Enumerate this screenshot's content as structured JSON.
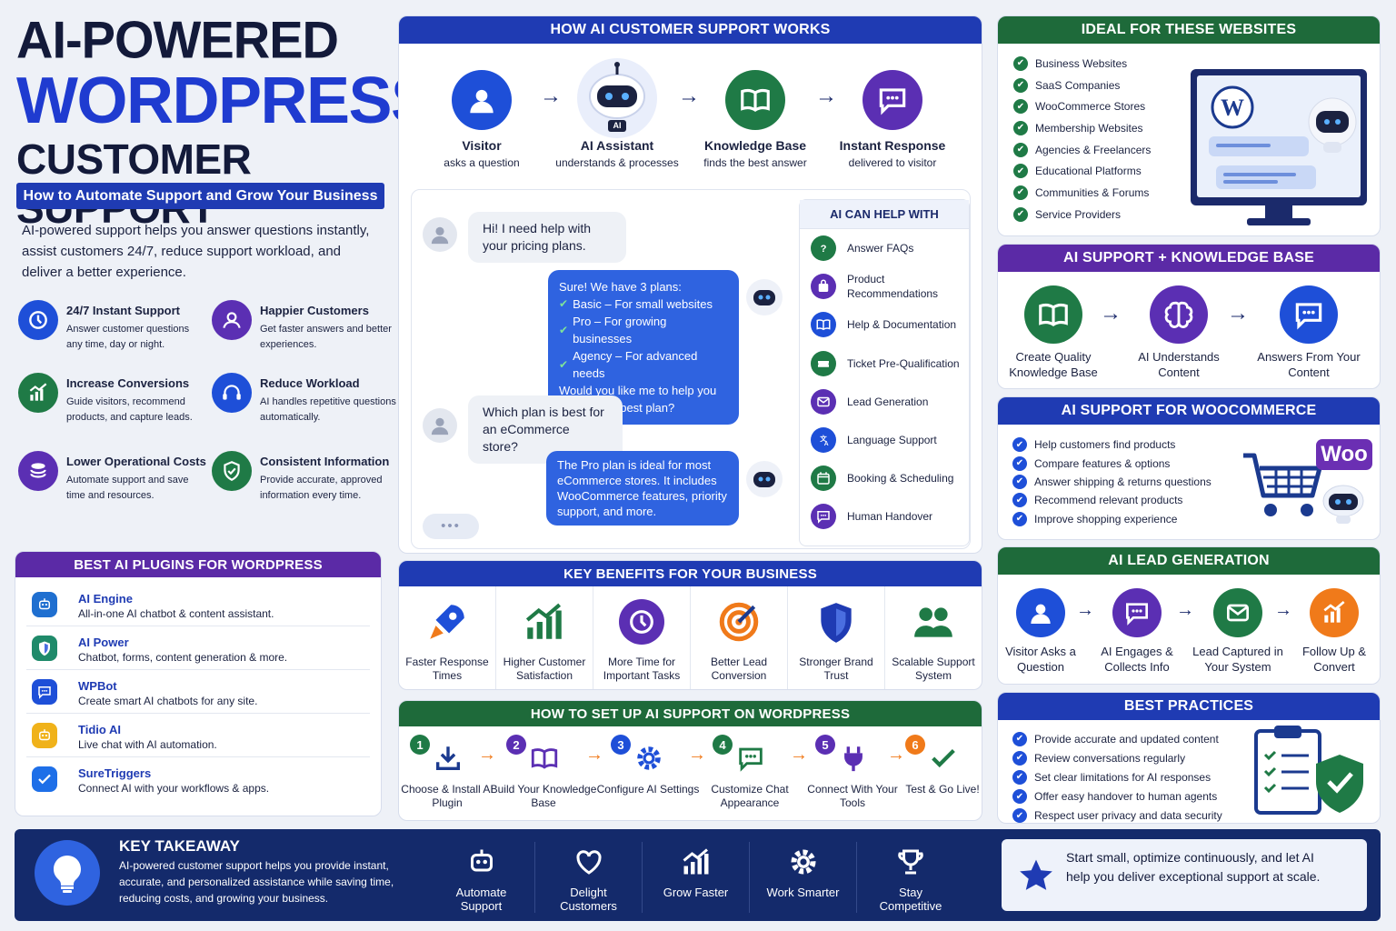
{
  "hero": {
    "line1": "AI-POWERED",
    "line2": "WORDPRESS",
    "line3": "CUSTOMER SUPPORT",
    "subtitle": "How to Automate Support and Grow Your Business",
    "intro": "AI-powered support helps you answer questions instantly, assist customers 24/7, reduce support workload, and deliver a better experience."
  },
  "features": [
    {
      "title": "24/7 Instant Support",
      "desc": "Answer customer questions any time, day or night.",
      "icon": "clock-icon",
      "color": "#1e4fd8"
    },
    {
      "title": "Happier Customers",
      "desc": "Get faster answers and better experiences.",
      "icon": "happy-user-icon",
      "color": "#5b2fb3"
    },
    {
      "title": "Increase Conversions",
      "desc": "Guide visitors, recommend products, and capture leads.",
      "icon": "chart-icon",
      "color": "#1f7a46"
    },
    {
      "title": "Reduce Workload",
      "desc": "AI handles repetitive questions automatically.",
      "icon": "headset-icon",
      "color": "#1e4fd8"
    },
    {
      "title": "Lower Operational Costs",
      "desc": "Automate support and save time and resources.",
      "icon": "coins-icon",
      "color": "#5b2fb3"
    },
    {
      "title": "Consistent Information",
      "desc": "Provide accurate, approved information every time.",
      "icon": "shield-check-icon",
      "color": "#1f7a46"
    }
  ],
  "plugins": {
    "title": "BEST AI PLUGINS FOR WORDPRESS",
    "items": [
      {
        "name": "AI Engine",
        "desc": "All-in-one AI chatbot & content assistant.",
        "icon": "robot-icon"
      },
      {
        "name": "AI Power",
        "desc": "Chatbot, forms, content generation & more.",
        "icon": "hexagon-icon"
      },
      {
        "name": "WPBot",
        "desc": "Create smart AI chatbots for any site.",
        "icon": "chat-bubble-icon"
      },
      {
        "name": "Tidio AI",
        "desc": "Live chat with AI automation.",
        "icon": "bot-face-icon"
      },
      {
        "name": "SureTriggers",
        "desc": "Connect AI with your workflows & apps.",
        "icon": "s-logo-icon"
      }
    ]
  },
  "how": {
    "title": "HOW AI CUSTOMER SUPPORT WORKS",
    "steps": [
      {
        "title": "Visitor",
        "desc": "asks a question"
      },
      {
        "title": "AI Assistant",
        "desc": "understands & processes"
      },
      {
        "title": "Knowledge Base",
        "desc": "finds the best answer"
      },
      {
        "title": "Instant Response",
        "desc": "delivered to visitor"
      }
    ],
    "ai_badge": "AI"
  },
  "chat": {
    "msg1": "Hi! I need help with your pricing plans.",
    "bot1_intro": "Sure! We have 3 plans:",
    "bot1_plans": [
      "Basic – For small websites",
      "Pro – For growing businesses",
      "Agency – For advanced needs"
    ],
    "bot1_outro": "Would you like me to help you choose the best plan?",
    "msg2": "Which plan is best for an eCommerce store?",
    "bot2": "The Pro plan is ideal for most eCommerce stores. It includes WooCommerce features, priority support, and more.",
    "typing": "•••"
  },
  "helps": {
    "title": "AI CAN HELP WITH",
    "items": [
      {
        "label": "Answer FAQs",
        "icon": "question-icon",
        "color": "#1f7a46"
      },
      {
        "label": "Product Recommendations",
        "icon": "bag-icon",
        "color": "#5b2fb3"
      },
      {
        "label": "Help & Documentation",
        "icon": "book-icon",
        "color": "#1e4fd8"
      },
      {
        "label": "Ticket Pre-Qualification",
        "icon": "ticket-icon",
        "color": "#1f7a46"
      },
      {
        "label": "Lead Generation",
        "icon": "mail-icon",
        "color": "#5b2fb3"
      },
      {
        "label": "Language Support",
        "icon": "translate-icon",
        "color": "#1e4fd8"
      },
      {
        "label": "Booking & Scheduling",
        "icon": "calendar-icon",
        "color": "#1f7a46"
      },
      {
        "label": "Human Handover",
        "icon": "chat-icon",
        "color": "#5b2fb3"
      }
    ]
  },
  "benefits": {
    "title": "KEY BENEFITS FOR YOUR BUSINESS",
    "items": [
      {
        "label": "Faster Response Times",
        "icon": "rocket-icon"
      },
      {
        "label": "Higher Customer Satisfaction",
        "icon": "growth-chart-icon"
      },
      {
        "label": "More Time for Important Tasks",
        "icon": "clock-icon"
      },
      {
        "label": "Better Lead Conversion",
        "icon": "target-icon"
      },
      {
        "label": "Stronger Brand Trust",
        "icon": "shield-icon"
      },
      {
        "label": "Scalable Support System",
        "icon": "team-icon"
      }
    ]
  },
  "setup": {
    "title": "HOW TO SET UP AI SUPPORT ON WORDPRESS",
    "steps": [
      {
        "num": "1",
        "label": "Choose & Install AI Plugin",
        "icon": "download-icon",
        "color": "#1f7a46"
      },
      {
        "num": "2",
        "label": "Build Your Knowledge Base",
        "icon": "book-icon",
        "color": "#5b2fb3"
      },
      {
        "num": "3",
        "label": "Configure AI Settings",
        "icon": "gear-icon",
        "color": "#1e4fd8"
      },
      {
        "num": "4",
        "label": "Customize Chat Appearance",
        "icon": "chat-icon",
        "color": "#1f7a46"
      },
      {
        "num": "5",
        "label": "Connect With Your Tools",
        "icon": "plug-icon",
        "color": "#5b2fb3"
      },
      {
        "num": "6",
        "label": "Test & Go Live!",
        "icon": "check-icon",
        "color": "#f07a1a"
      }
    ]
  },
  "ideal": {
    "title": "IDEAL FOR THESE WEBSITES",
    "items": [
      "Business Websites",
      "SaaS Companies",
      "WooCommerce Stores",
      "Membership Websites",
      "Agencies & Freelancers",
      "Educational Platforms",
      "Communities & Forums",
      "Service Providers"
    ]
  },
  "kb": {
    "title": "AI SUPPORT + KNOWLEDGE BASE",
    "steps": [
      "Create Quality Knowledge Base",
      "AI Understands Content",
      "Answers From Your Content"
    ]
  },
  "woo": {
    "title": "AI SUPPORT FOR WOOCOMMERCE",
    "items": [
      "Help customers find products",
      "Compare features & options",
      "Answer shipping & returns questions",
      "Recommend relevant products",
      "Improve shopping experience"
    ],
    "logo": "Woo"
  },
  "lead": {
    "title": "AI LEAD GENERATION",
    "steps": [
      "Visitor Asks a Question",
      "AI Engages & Collects Info",
      "Lead Captured in Your System",
      "Follow Up & Convert"
    ]
  },
  "practices": {
    "title": "BEST PRACTICES",
    "items": [
      "Provide accurate and updated content",
      "Review conversations regularly",
      "Set clear limitations for AI responses",
      "Offer easy handover to human agents",
      "Respect user privacy and data security"
    ]
  },
  "takeaway": {
    "title": "KEY TAKEAWAY",
    "text": "AI-powered customer support helps you provide instant, accurate, and personalized assistance while saving time, reducing costs, and growing your business.",
    "items": [
      "Automate Support",
      "Delight Customers",
      "Grow Faster",
      "Work Smarter",
      "Stay Competitive"
    ],
    "quote": "Start small, optimize continuously, and let AI help you deliver exceptional support at scale."
  }
}
